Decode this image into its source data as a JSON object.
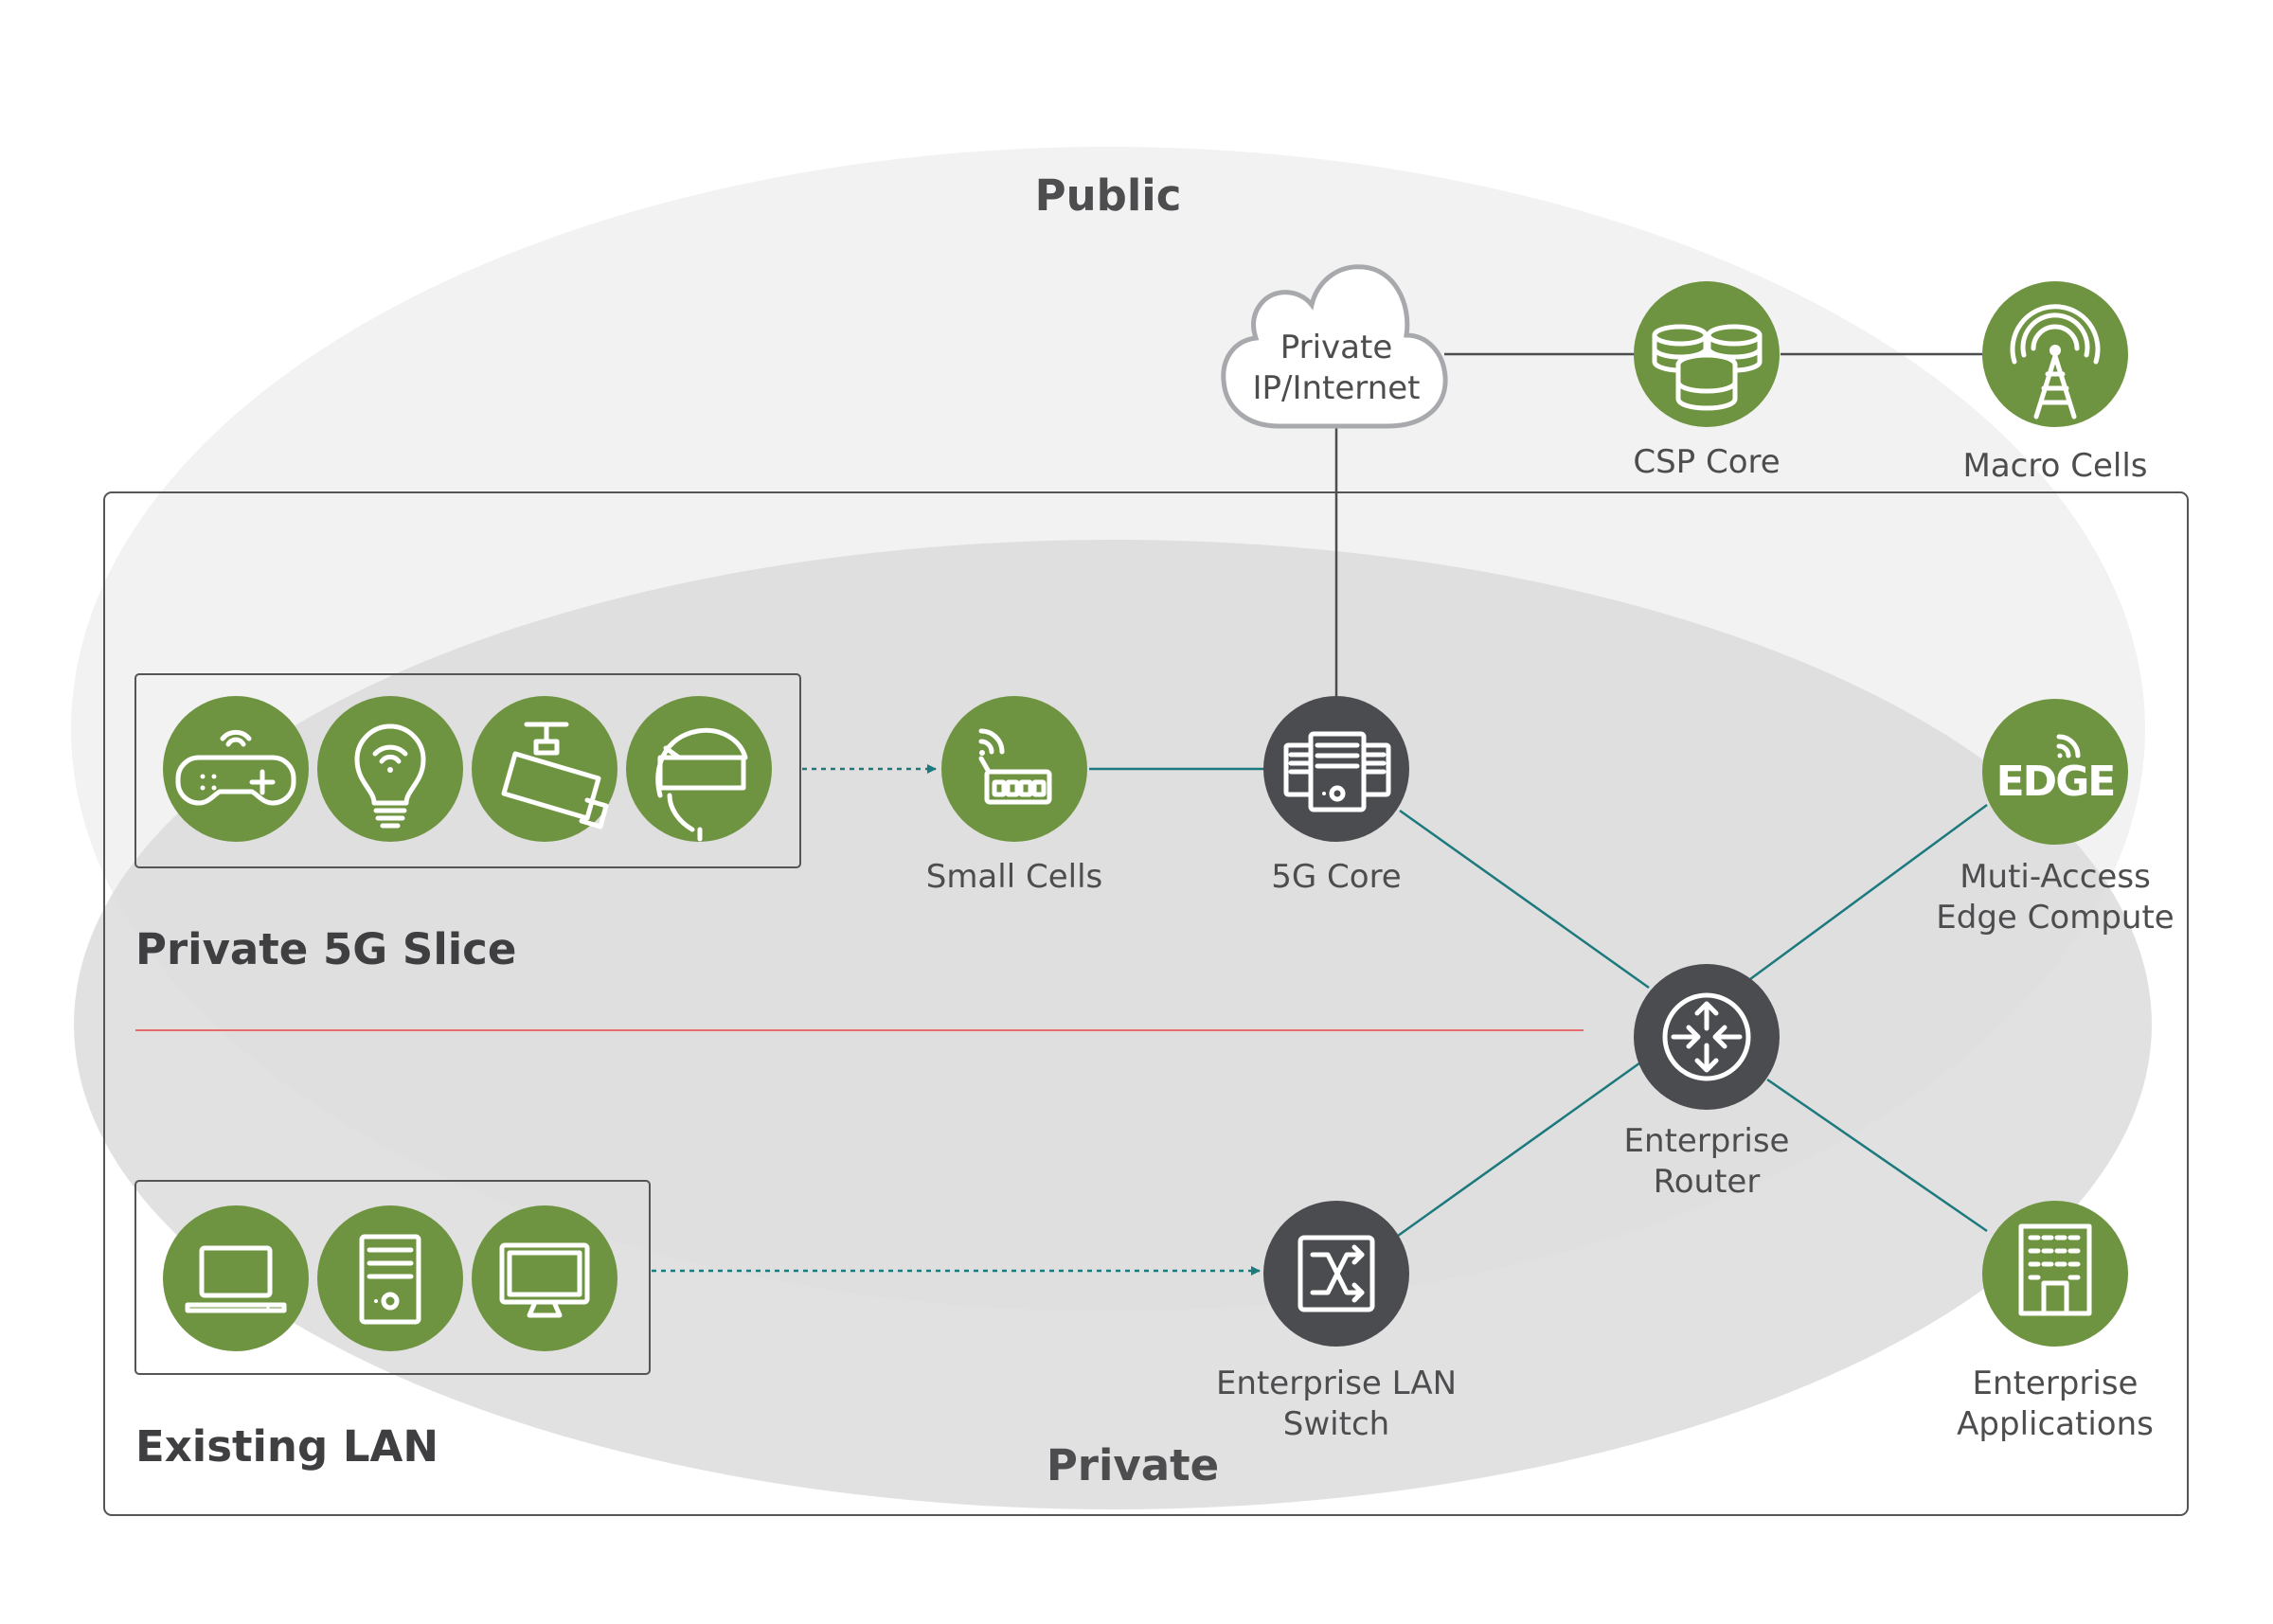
{
  "zones": {
    "public": "Public",
    "private": "Private"
  },
  "sections": {
    "private_5g_slice": "Private 5G Slice",
    "existing_lan": "Existing LAN"
  },
  "nodes": {
    "cloud": [
      "Private",
      "IP/Internet"
    ],
    "csp_core": [
      "CSP Core"
    ],
    "macro_cells": [
      "Macro Cells"
    ],
    "small_cells": [
      "Small Cells"
    ],
    "core_5g": [
      "5G Core"
    ],
    "mec": [
      "Muti-Access",
      "Edge Compute"
    ],
    "mec_badge": "EDGE",
    "router": [
      "Enterprise",
      "Router"
    ],
    "lan_switch": [
      "Enterprise LAN",
      "Switch"
    ],
    "enterprise_apps": [
      "Enterprise",
      "Applications"
    ]
  },
  "colors": {
    "green": "#6f9441",
    "dark_node": "#4b4c4f",
    "teal_link": "#1c7a7c",
    "red_divider": "#e86a6a",
    "public_fill": "#f2f2f2",
    "private_fill": "#dcdcdd"
  },
  "icons": {
    "slice_devices": [
      "gamepad-icon",
      "smart-bulb-icon",
      "security-camera-icon",
      "vr-headset-icon"
    ],
    "lan_devices": [
      "laptop-icon",
      "desktop-tower-icon",
      "monitor-icon"
    ]
  }
}
